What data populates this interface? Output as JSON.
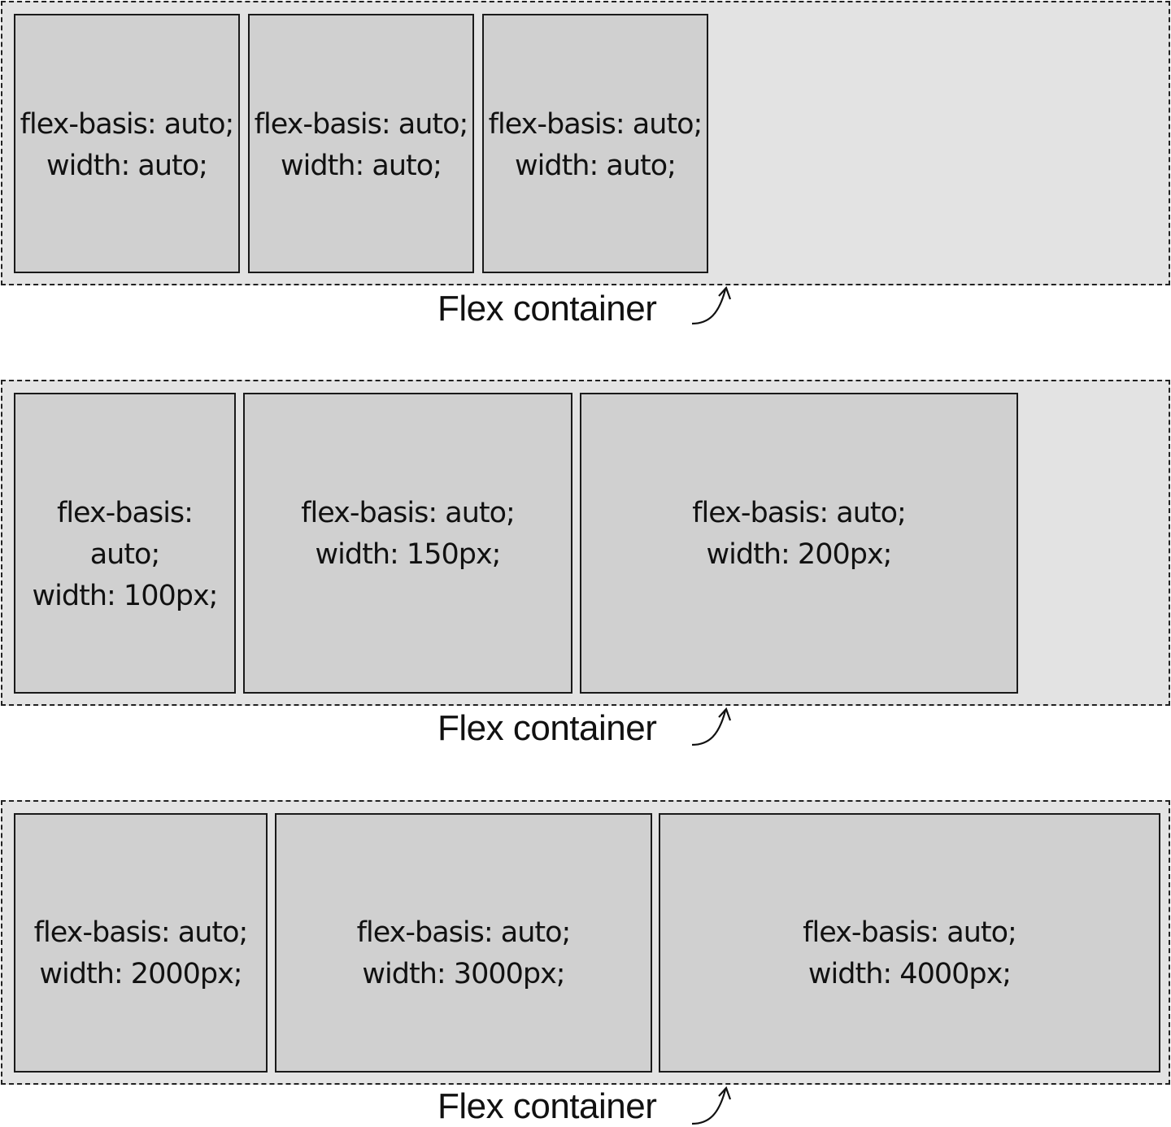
{
  "containers": [
    {
      "caption": "Flex container",
      "items": [
        {
          "lines": [
            "flex-basis: auto;",
            "width: auto;"
          ]
        },
        {
          "lines": [
            "flex-basis: auto;",
            "width: auto;"
          ]
        },
        {
          "lines": [
            "flex-basis: auto;",
            "width: auto;"
          ]
        }
      ]
    },
    {
      "caption": "Flex container",
      "items": [
        {
          "lines": [
            "flex-basis:",
            "auto;",
            "width: 100px;"
          ]
        },
        {
          "lines": [
            "flex-basis: auto;",
            "width: 150px;"
          ]
        },
        {
          "lines": [
            "flex-basis: auto;",
            "width: 200px;"
          ]
        }
      ]
    },
    {
      "caption": "Flex container",
      "items": [
        {
          "lines": [
            "flex-basis: auto;",
            "width: 2000px;"
          ]
        },
        {
          "lines": [
            "flex-basis: auto;",
            "width: 3000px;"
          ]
        },
        {
          "lines": [
            "flex-basis: auto;",
            "width: 4000px;"
          ]
        }
      ]
    }
  ],
  "colors": {
    "container_fill": "#e3e3e3",
    "item_fill": "#d0d0d0",
    "stroke": "#1a1a1a"
  }
}
